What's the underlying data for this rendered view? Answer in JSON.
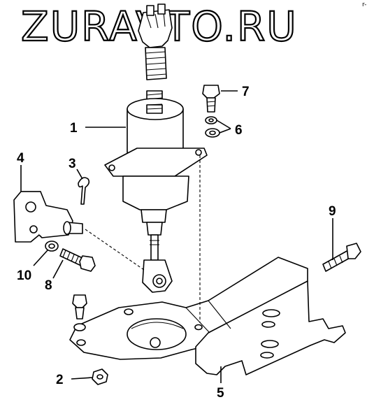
{
  "watermark": {
    "text": "ZURAVTO.RU"
  },
  "corner_mark": "r-",
  "callouts": [
    {
      "id": "1",
      "label": "1"
    },
    {
      "id": "2",
      "label": "2"
    },
    {
      "id": "3",
      "label": "3"
    },
    {
      "id": "4",
      "label": "4"
    },
    {
      "id": "5",
      "label": "5"
    },
    {
      "id": "6",
      "label": "6"
    },
    {
      "id": "7",
      "label": "7"
    },
    {
      "id": "8",
      "label": "8"
    },
    {
      "id": "9",
      "label": "9"
    },
    {
      "id": "10",
      "label": "10"
    }
  ]
}
